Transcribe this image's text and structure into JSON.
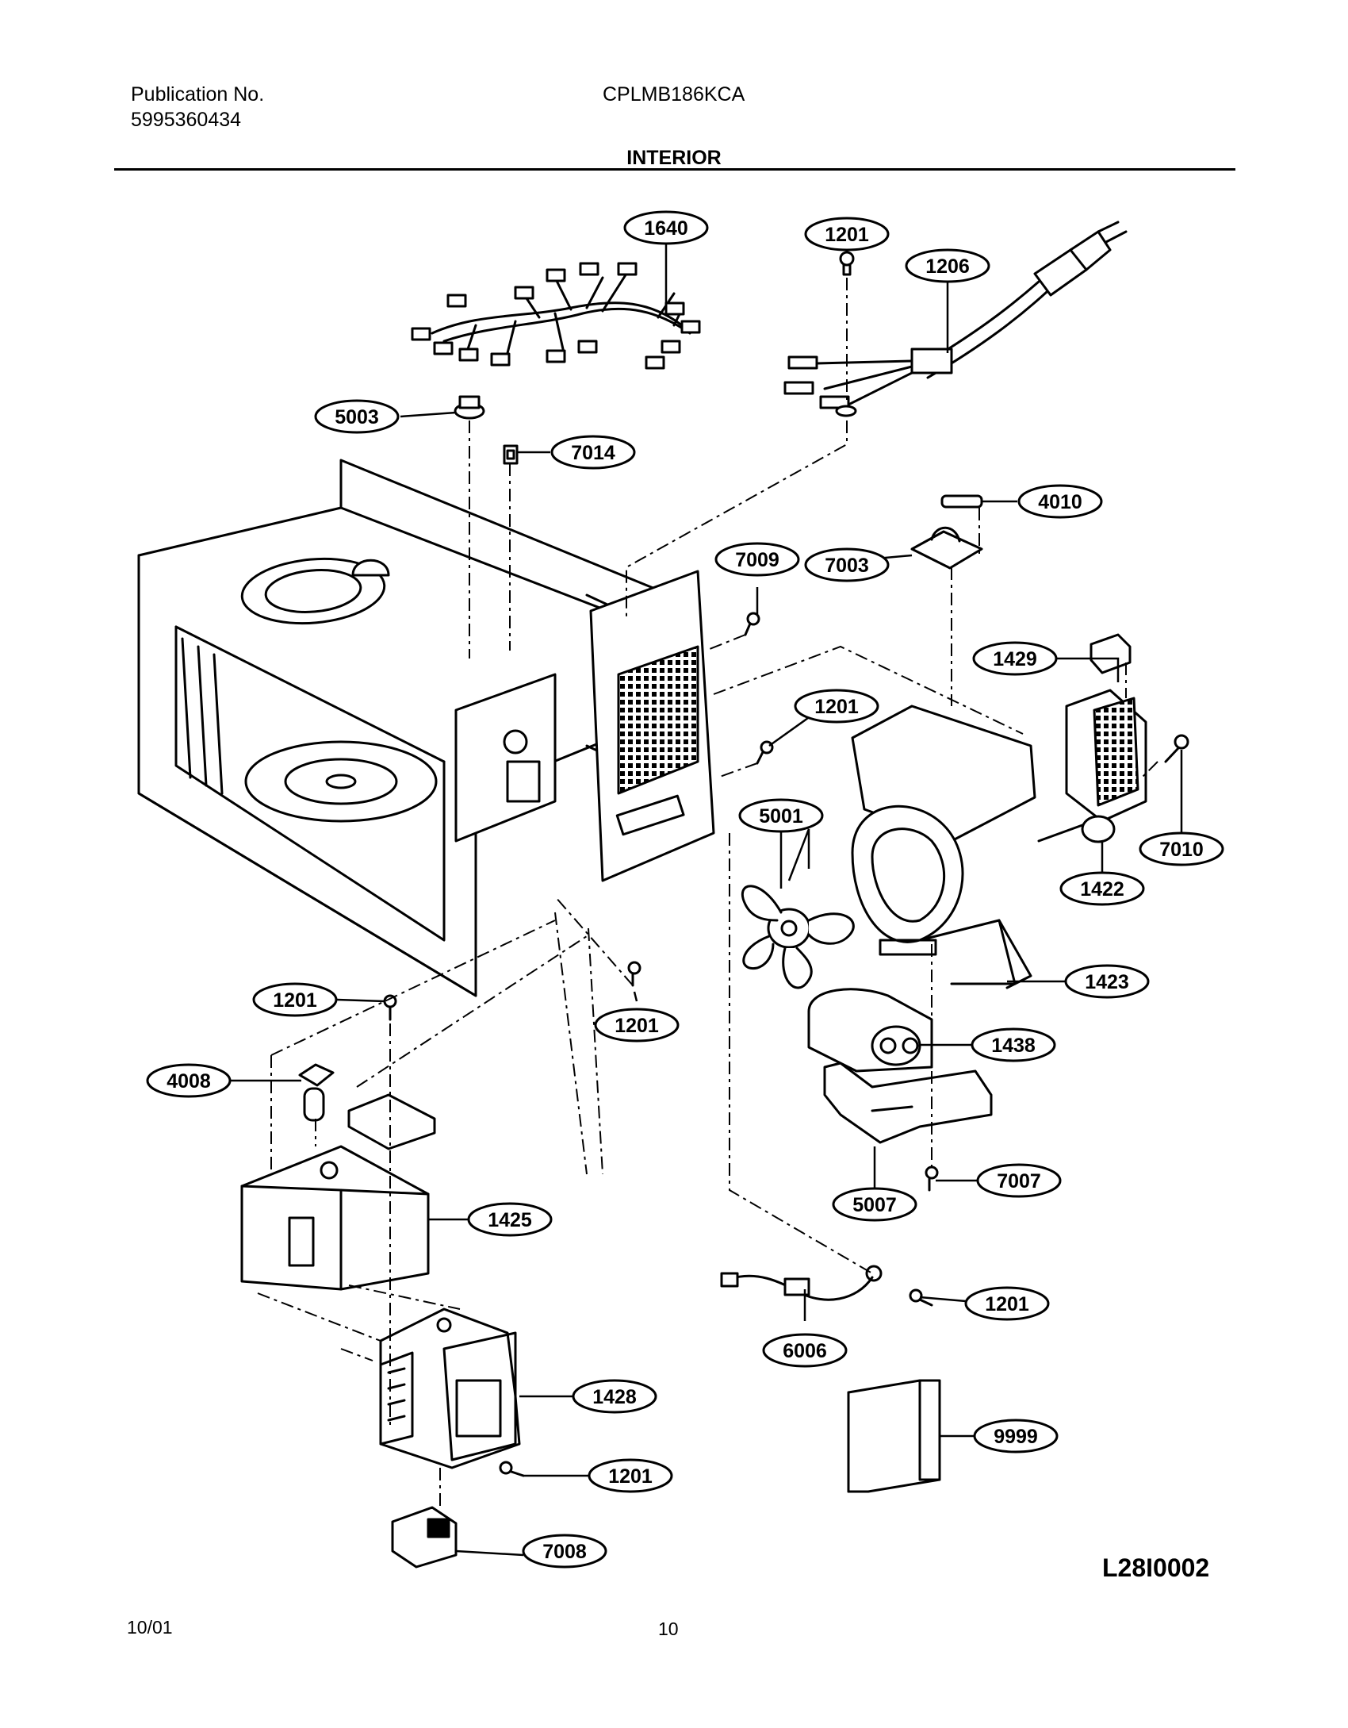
{
  "header": {
    "publication_label": "Publication No.",
    "publication_number": "5995360434",
    "model": "CPLMB186KCA",
    "section_title": "INTERIOR"
  },
  "diagram": {
    "callouts": {
      "c1640": "1640",
      "c1201a": "1201",
      "c1206": "1206",
      "c5003": "5003",
      "c7014": "7014",
      "c4010": "4010",
      "c7009": "7009",
      "c7003": "7003",
      "c1429": "1429",
      "c1201b": "1201",
      "c5001": "5001",
      "c1422": "1422",
      "c7010": "7010",
      "c1423": "1423",
      "c1201c": "1201",
      "c1201d": "1201",
      "c4008": "4008",
      "c1438": "1438",
      "c7007": "7007",
      "c5007": "5007",
      "c1425": "1425",
      "c1201e": "1201",
      "c6006": "6006",
      "c1428": "1428",
      "c9999": "9999",
      "c1201f": "1201",
      "c7008": "7008"
    },
    "drawing_code": "L28I0002"
  },
  "footer": {
    "date": "10/01",
    "page_number": "10"
  }
}
